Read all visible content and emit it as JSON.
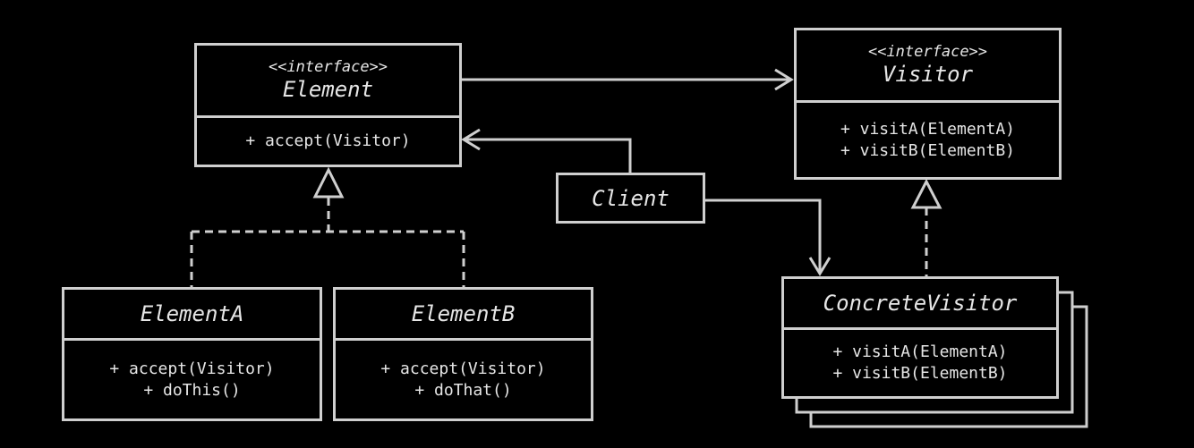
{
  "element": {
    "stereotype": "<<interface>>",
    "name": "Element",
    "methods": [
      "+ accept(Visitor)"
    ]
  },
  "visitor": {
    "stereotype": "<<interface>>",
    "name": "Visitor",
    "methods": [
      "+ visitA(ElementA)",
      "+ visitB(ElementB)"
    ]
  },
  "client": {
    "name": "Client"
  },
  "element_a": {
    "name": "ElementA",
    "methods": [
      "+ accept(Visitor)",
      "+ doThis()"
    ]
  },
  "element_b": {
    "name": "ElementB",
    "methods": [
      "+ accept(Visitor)",
      "+ doThat()"
    ]
  },
  "concrete_visitor": {
    "name": "ConcreteVisitor",
    "methods": [
      "+ visitA(ElementA)",
      "+ visitB(ElementB)"
    ]
  },
  "colors": {
    "background": "#000000",
    "line": "#cfcfcf",
    "text": "#e6e6e6"
  }
}
